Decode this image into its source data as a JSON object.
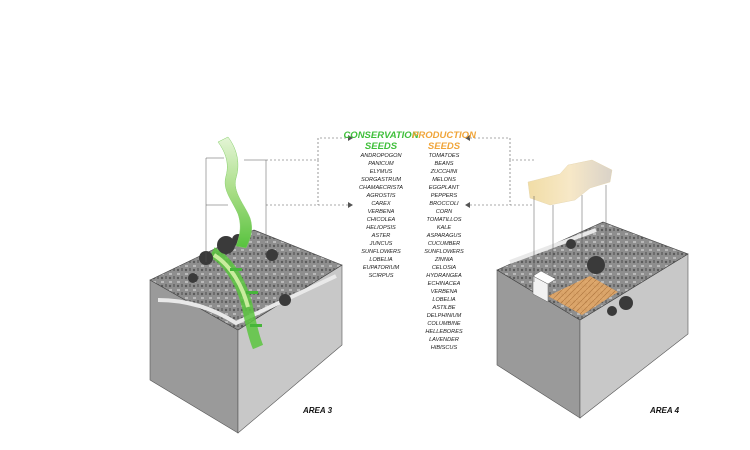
{
  "colors": {
    "conservation": "#3fbf3a",
    "production": "#f0a53a",
    "leader": "#555555",
    "block_side": "#9a9a9a",
    "block_front": "#c4c4c4"
  },
  "conservation": {
    "title_line1": "CONSERVATION",
    "title_line2": "SEEDS",
    "seeds": [
      "ANDROPOGON",
      "PANICUM",
      "ELYMUS",
      "SORGASTRUM",
      "CHAMAECRISTA",
      "AGROSTIS",
      "CAREX",
      "VERBENA",
      "CHICOLEA",
      "HELIOPSIS",
      "ASTER",
      "JUNCUS",
      "SUNFLOWERS",
      "LOBELIA",
      "EUPATORIUM",
      "SCIRPUS"
    ]
  },
  "production": {
    "title_line1": "PRODUCTION",
    "title_line2": "SEEDS",
    "seeds": [
      "TOMATOES",
      "BEANS",
      "ZUCCHINI",
      "MELONS",
      "EGGPLANT",
      "PEPPERS",
      "BROCCOLI",
      "CORN",
      "TOMATILLOS",
      "KALE",
      "ASPARAGUS",
      "CUCUMBER",
      "SUNFLOWERS",
      "ZINNIA",
      "CELOSIA",
      "HYDRANGEA",
      "ECHINACEA",
      "VERBENA",
      "LOBELIA",
      "ASTILBE",
      "DELPHINIUM",
      "COLUMBINE",
      "HELLEBORES",
      "LAVENDER",
      "HIBISCUS"
    ]
  },
  "areas": {
    "left_label": "AREA 3",
    "right_label": "AREA 4"
  }
}
